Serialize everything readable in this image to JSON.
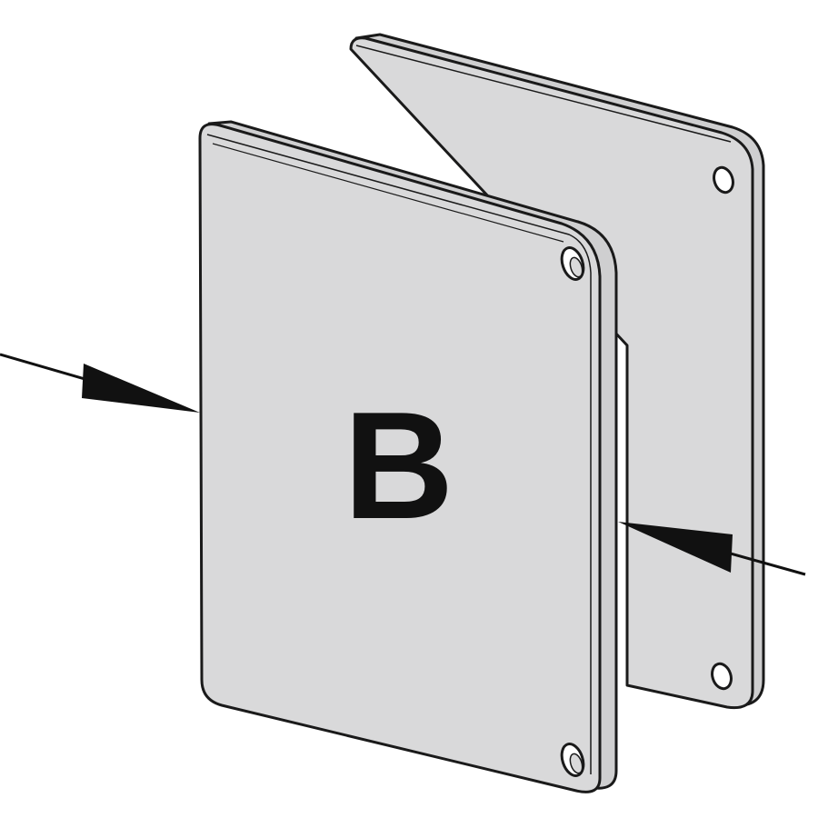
{
  "diagram": {
    "plate_label": "B",
    "colors": {
      "plate_fill": "#d9d9da",
      "outline": "#1a1a1a",
      "background": "#ffffff",
      "arrow": "#111111"
    },
    "parts": [
      {
        "id": "front-plate",
        "kind": "panel",
        "holes": 2
      },
      {
        "id": "back-plate",
        "kind": "panel",
        "holes": 2
      }
    ],
    "arrows": [
      {
        "id": "left-arrow",
        "points_to": "front-plate"
      },
      {
        "id": "right-arrow",
        "points_to": "back-plate"
      }
    ]
  }
}
